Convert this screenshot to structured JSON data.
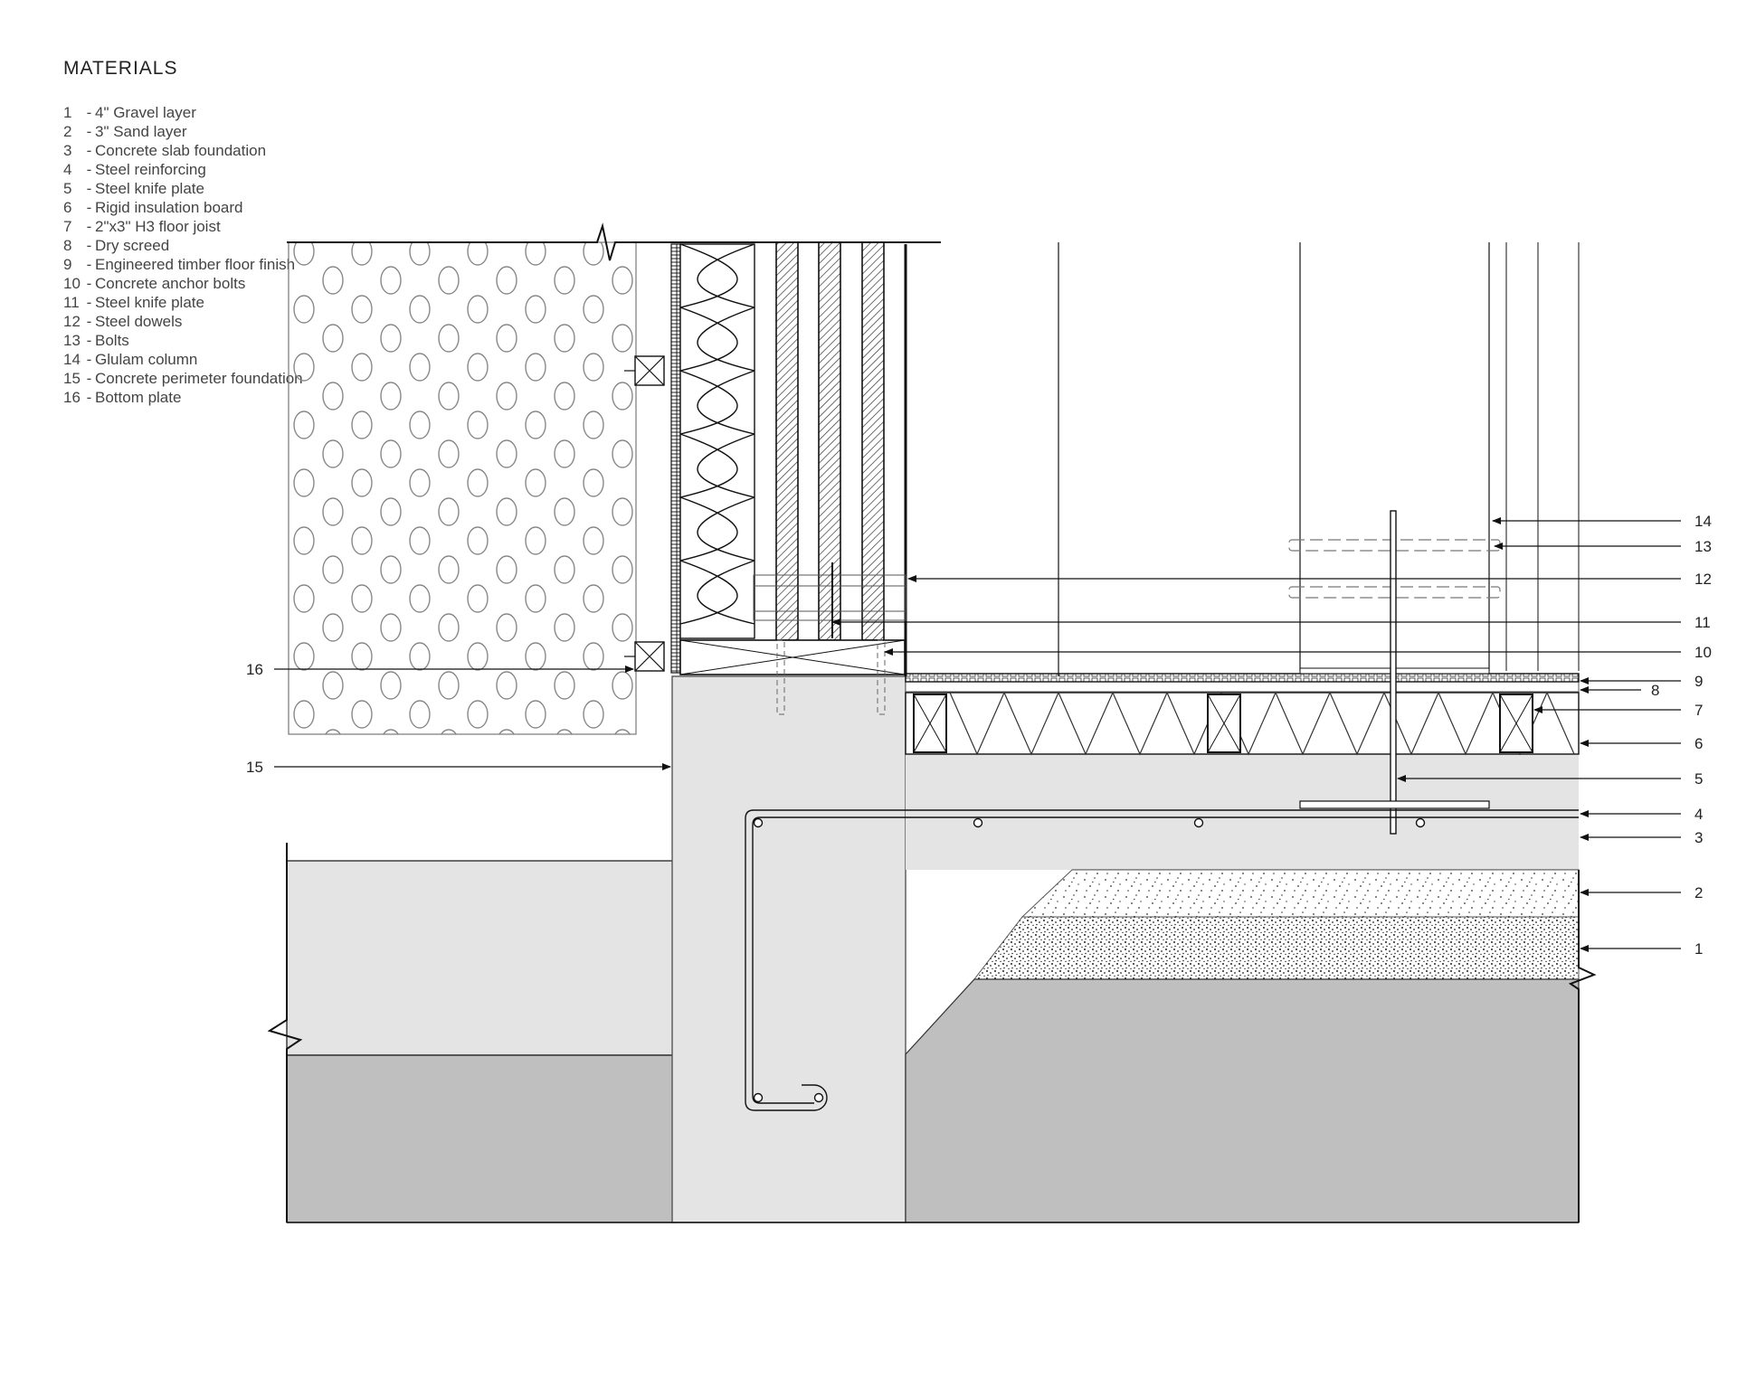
{
  "legend": {
    "title": "MATERIALS",
    "items": [
      {
        "num": "1",
        "text": "4\" Gravel layer"
      },
      {
        "num": "2",
        "text": "3\" Sand layer"
      },
      {
        "num": "3",
        "text": "Concrete slab foundation"
      },
      {
        "num": "4",
        "text": "Steel reinforcing"
      },
      {
        "num": "5",
        "text": "Steel knife plate"
      },
      {
        "num": "6",
        "text": "Rigid insulation board"
      },
      {
        "num": "7",
        "text": "2\"x3\" H3 floor joist"
      },
      {
        "num": "8",
        "text": "Dry screed"
      },
      {
        "num": "9",
        "text": "Engineered timber floor finish"
      },
      {
        "num": "10",
        "text": "Concrete anchor bolts"
      },
      {
        "num": "11",
        "text": "Steel knife plate"
      },
      {
        "num": "12",
        "text": "Steel dowels"
      },
      {
        "num": "13",
        "text": "Bolts"
      },
      {
        "num": "14",
        "text": "Glulam column"
      },
      {
        "num": "15",
        "text": "Concrete perimeter foundation"
      },
      {
        "num": "16",
        "text": "Bottom plate"
      }
    ]
  },
  "callouts": {
    "c1": "1",
    "c2": "2",
    "c3": "3",
    "c4": "4",
    "c5": "5",
    "c6": "6",
    "c7": "7",
    "c8": "8",
    "c9": "9",
    "c10": "10",
    "c11": "11",
    "c12": "12",
    "c13": "13",
    "c14": "14",
    "c15": "15",
    "c16": "16"
  },
  "colors": {
    "concrete": "#e4e4e4",
    "soil": "#bfbfbf",
    "line": "#111111"
  }
}
